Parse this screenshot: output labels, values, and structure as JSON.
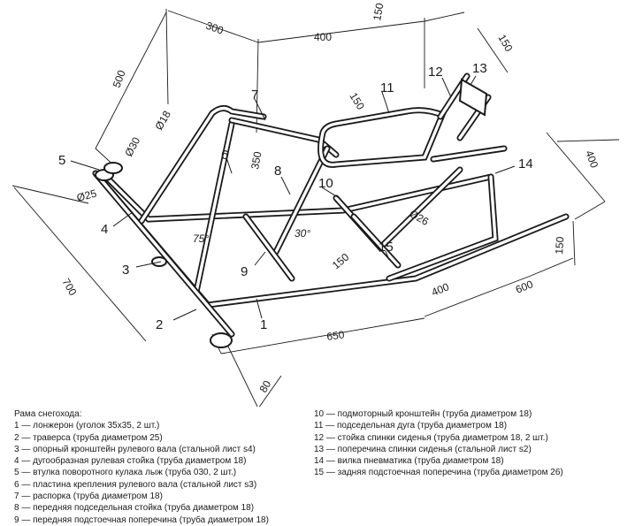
{
  "drawing": {
    "dimensions": {
      "d300": "300",
      "d400_top": "400",
      "d150_top": "150",
      "d150_seat": "150",
      "d150_arc": "150",
      "d500": "500",
      "d18": "Ø18",
      "d30": "Ø30",
      "d25": "Ø25",
      "d350": "350",
      "d26": "Ø26",
      "d400_right": "400",
      "d150_right": "150",
      "d600": "600",
      "d400_bottom": "400",
      "d150_mid": "150",
      "d700": "700",
      "d650": "650",
      "d80": "80"
    },
    "angles": {
      "a75": "75°",
      "a30": "30°"
    },
    "callouts": [
      "1",
      "2",
      "3",
      "4",
      "5",
      "6",
      "7",
      "8",
      "9",
      "10",
      "11",
      "12",
      "13",
      "14",
      "15"
    ]
  },
  "caption": {
    "title": "Рама снегохода:",
    "left": [
      "1 — лонжерон (уголок 35х35, 2 шт.)",
      "2 — траверса (труба диаметром 25)",
      "3 — опорный кронштейн рулевого вала (стальной лист s4)",
      "4 — дугообразная рулевая стойка (труба диаметром 18)",
      "5 — втулка поворотного кулака лыж (труба 030, 2 шт.)",
      "6 — пластина крепления рулевого вала (стальной лист s3)",
      "7 — распорка (труба диаметром 18)",
      "8 — передняя подседельная стойка (труба диаметром 18)",
      "9 — передняя подстоечная поперечина (труба диаметром 18)"
    ],
    "right": [
      "10 — подмоторный кронштейн (труба диаметром 18)",
      "11 — подседельная дуга (труба диаметром 18)",
      "12 — стойка спинки сиденья (труба диаметром 18, 2 шт.)",
      "13 — поперечина спинки сиденья (стальной лист s2)",
      "14 — вилка пневматика (труба диаметром 18)",
      "15 — задняя подстоечная поперечина (труба диаметром 26)"
    ]
  }
}
